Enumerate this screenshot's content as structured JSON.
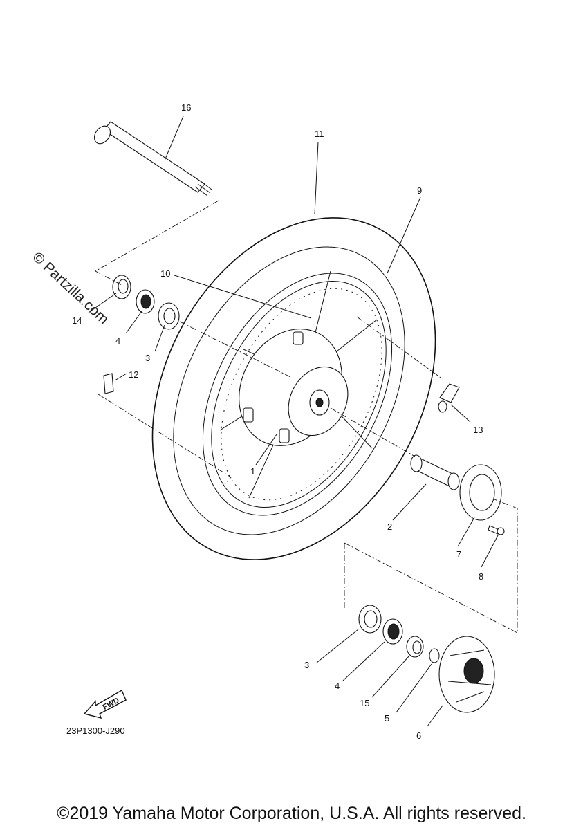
{
  "diagram": {
    "reference_code": "23P1300-J290",
    "watermark": "© Partzilla.com",
    "copyright": "©2019 Yamaha Motor Corporation, U.S.A. All rights reserved.",
    "fwd_label": "FWD",
    "callouts": [
      {
        "id": "1",
        "label": "1"
      },
      {
        "id": "2",
        "label": "2"
      },
      {
        "id": "3a",
        "label": "3"
      },
      {
        "id": "3b",
        "label": "3"
      },
      {
        "id": "4a",
        "label": "4"
      },
      {
        "id": "4b",
        "label": "4"
      },
      {
        "id": "5",
        "label": "5"
      },
      {
        "id": "6",
        "label": "6"
      },
      {
        "id": "7",
        "label": "7"
      },
      {
        "id": "8",
        "label": "8"
      },
      {
        "id": "9",
        "label": "9"
      },
      {
        "id": "10",
        "label": "10"
      },
      {
        "id": "11",
        "label": "11"
      },
      {
        "id": "12",
        "label": "12"
      },
      {
        "id": "13",
        "label": "13"
      },
      {
        "id": "14",
        "label": "14"
      },
      {
        "id": "15",
        "label": "15"
      },
      {
        "id": "16",
        "label": "16"
      }
    ]
  }
}
